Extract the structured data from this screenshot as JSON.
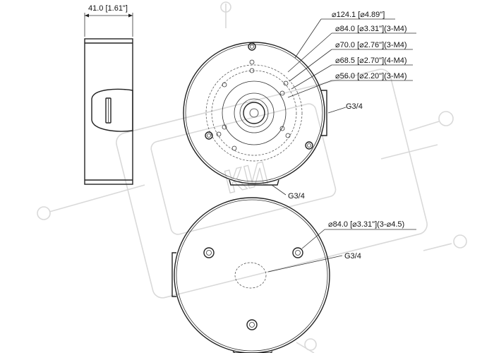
{
  "watermark": {
    "text": "КИ"
  },
  "side_view": {
    "width_dim": "41.0 [1.61\"]"
  },
  "top_view": {
    "callouts": [
      "⌀124.1 [⌀4.89\"]",
      "⌀84.0 [⌀3.31\"](3-M4)",
      "⌀70.0 [⌀2.76\"](3-M4)",
      "⌀68.5 [⌀2.70\"](4-M4)",
      "⌀56.0 [⌀2.20\"](3-M4)"
    ],
    "thread_right": "G3/4",
    "thread_bottom": "G3/4"
  },
  "bottom_view": {
    "holes": "⌀84.0 [⌀3.31\"](3-⌀4.5)",
    "thread": "G3/4"
  }
}
